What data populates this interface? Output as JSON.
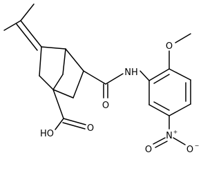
{
  "labels": {
    "methoxy_o": "O",
    "amide_nh": "NH",
    "amide_o": "O",
    "acid_o": "O",
    "acid_ho": "HO",
    "nitro_n": "N",
    "nitro_plus": "+",
    "nitro_o_left": "O",
    "nitro_o_right": "O",
    "nitro_minus": "−"
  }
}
